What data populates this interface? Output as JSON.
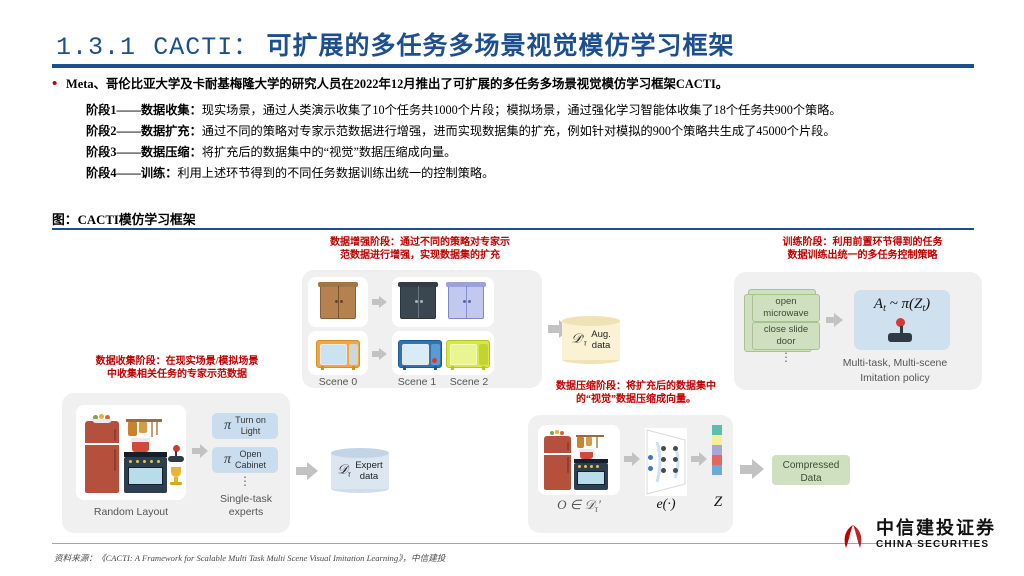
{
  "header": {
    "title_num": "1.3.1",
    "title_en": "CACTI：",
    "title_cn": "可扩展的多任务多场景视觉模仿学习框架"
  },
  "body": {
    "bullet": "Meta、哥伦比亚大学及卡耐基梅隆大学的研究人员在2022年12月推出了可扩展的多任务多场景视觉模仿学习框架CACTI。",
    "stages": [
      {
        "key": "阶段1——数据收集：",
        "text": "现实场景，通过人类演示收集了10个任务共1000个片段；模拟场景，通过强化学习智能体收集了18个任务共900个策略。"
      },
      {
        "key": "阶段2——数据扩充：",
        "text": "通过不同的策略对专家示范数据进行增强，进而实现数据集的扩充，例如针对模拟的900个策略共生成了45000个片段。"
      },
      {
        "key": "阶段3——数据压缩：",
        "text": "将扩充后的数据集中的“视觉”数据压缩成向量。"
      },
      {
        "key": "阶段4——训练：",
        "text": "利用上述环节得到的不同任务数据训练出统一的控制策略。"
      }
    ],
    "figure_label": "图：CACTI模仿学习框架"
  },
  "annotations": {
    "collection": "数据收集阶段：在现实场景/模拟场景\n中收集相关任务的专家示范数据",
    "augmentation": "数据增强阶段：通过不同的策略对专家示\n范数据进行增强，实现数据集的扩充",
    "compression": "数据压缩阶段：将扩充后的数据集中\n的“视觉”数据压缩成向量。",
    "training": "训练阶段：利用前置环节得到的任务\n数据训练出统一的多任务控制策略"
  },
  "diagram": {
    "collection_panel": {
      "layout_caption": "Random Layout",
      "policies": [
        {
          "pi": "π",
          "label": "Turn on\nLight"
        },
        {
          "pi": "π",
          "label": "Open\nCabinet"
        }
      ],
      "dots": "⋮",
      "experts_caption": "Single-task\nexperts"
    },
    "expert_db": {
      "symbol": "𝒟",
      "sub": "τ",
      "label": "Expert\ndata"
    },
    "aug_panel": {
      "scene_labels": [
        "Scene 0",
        "Scene 1",
        "Scene 2"
      ]
    },
    "aug_db": {
      "symbol": "𝒟",
      "sub": "τ",
      "prime": "′",
      "label": "Aug.\ndata"
    },
    "compression_panel": {
      "obs_label_sym": "O ∈ 𝒟",
      "obs_label_sub": "τ",
      "encoder_label": "e(·)",
      "latent_label": "Z",
      "output_box": "Compressed\nData"
    },
    "training_panel": {
      "task_cards": [
        "open\nmicrowave",
        "close slide\ndoor"
      ],
      "dots": "⋮",
      "policy_formula_a": "A",
      "policy_formula_sub": "t",
      "policy_formula_mid": " ~ π(Z",
      "policy_formula_sub2": "t",
      "policy_formula_end": ")",
      "policy_caption": "Multi-task, Multi-scene\nImitation policy"
    }
  },
  "footer": {
    "source": "资料来源：《CACTI: A Framework for Scalable Multi Task Multi Scene Visual Imitation Learning》，中信建投",
    "logo_cn": "中信建投证券",
    "logo_en": "CHINA SECURITIES"
  },
  "colors": {
    "brand_blue": "#1d4e8f",
    "annotation_red": "#c00000",
    "panel_grey": "#f0f0f0",
    "policy_blue": "#c9ddee",
    "card_green": "#cfe0c0"
  }
}
